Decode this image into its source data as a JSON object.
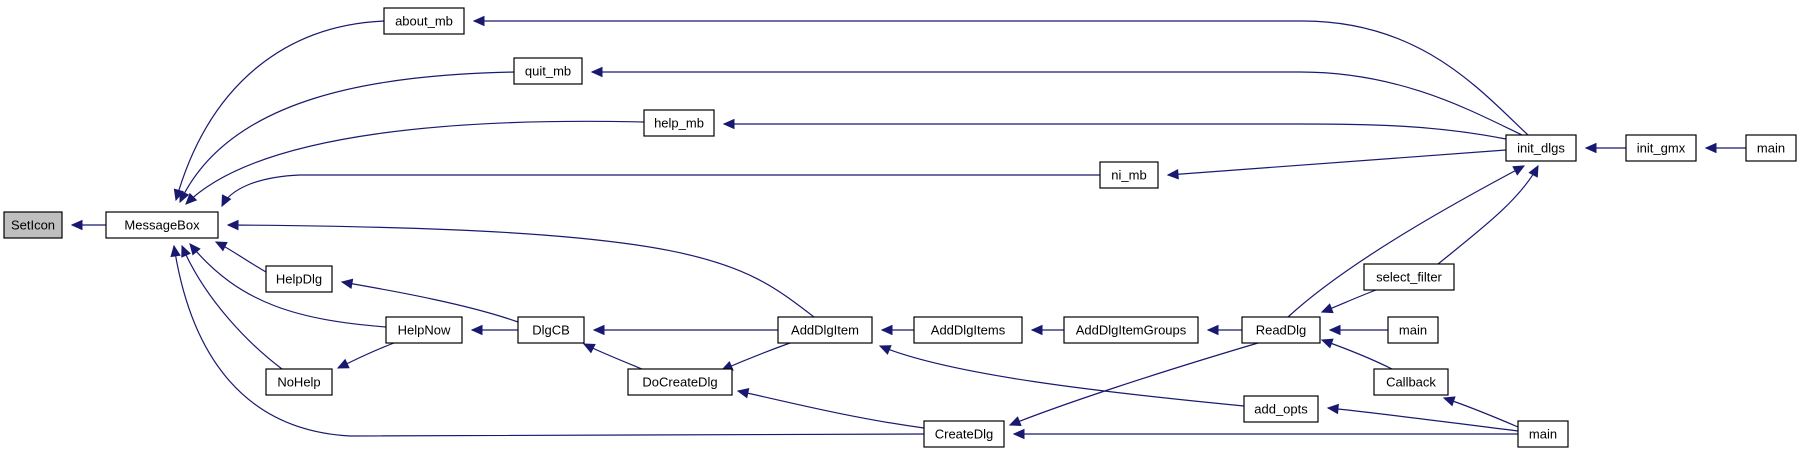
{
  "colors": {
    "edge": "#191970",
    "root_fill": "#bfbfbf",
    "node_fill": "#ffffff",
    "border": "#000000"
  },
  "nodes": [
    {
      "id": "seticon",
      "label": "SetIcon"
    },
    {
      "id": "messagebox",
      "label": "MessageBox"
    },
    {
      "id": "about_mb",
      "label": "about_mb"
    },
    {
      "id": "quit_mb",
      "label": "quit_mb"
    },
    {
      "id": "help_mb",
      "label": "help_mb"
    },
    {
      "id": "ni_mb",
      "label": "ni_mb"
    },
    {
      "id": "init_dlgs",
      "label": "init_dlgs"
    },
    {
      "id": "init_gmx",
      "label": "init_gmx"
    },
    {
      "id": "main_a",
      "label": "main"
    },
    {
      "id": "helpdlg",
      "label": "HelpDlg"
    },
    {
      "id": "helpnow",
      "label": "HelpNow"
    },
    {
      "id": "nohelp",
      "label": "NoHelp"
    },
    {
      "id": "dlgcb",
      "label": "DlgCB"
    },
    {
      "id": "docreatedlg",
      "label": "DoCreateDlg"
    },
    {
      "id": "adddlgitem",
      "label": "AddDlgItem"
    },
    {
      "id": "adddlgitems",
      "label": "AddDlgItems"
    },
    {
      "id": "adddlgitemgroups",
      "label": "AddDlgItemGroups"
    },
    {
      "id": "readdlg",
      "label": "ReadDlg"
    },
    {
      "id": "select_filter",
      "label": "select_filter"
    },
    {
      "id": "main_b",
      "label": "main"
    },
    {
      "id": "callback",
      "label": "Callback"
    },
    {
      "id": "add_opts",
      "label": "add_opts"
    },
    {
      "id": "createdlg",
      "label": "CreateDlg"
    },
    {
      "id": "main_c",
      "label": "main"
    }
  ]
}
